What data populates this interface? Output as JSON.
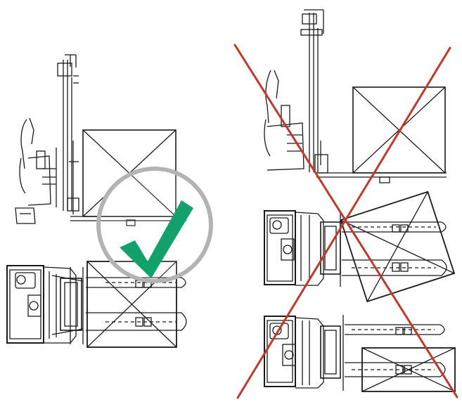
{
  "figure": {
    "panels": [
      {
        "id": "correct",
        "verdict": "correct",
        "mark": "check-mark-icon"
      },
      {
        "id": "incorrect",
        "verdict": "incorrect",
        "mark": "cross-mark-icon"
      }
    ],
    "colors": {
      "line": "#1a1a1a",
      "check": "#12a06b",
      "check_ring": "#b3b3b3",
      "cross": "#c0392b",
      "background": "#ffffff"
    }
  }
}
